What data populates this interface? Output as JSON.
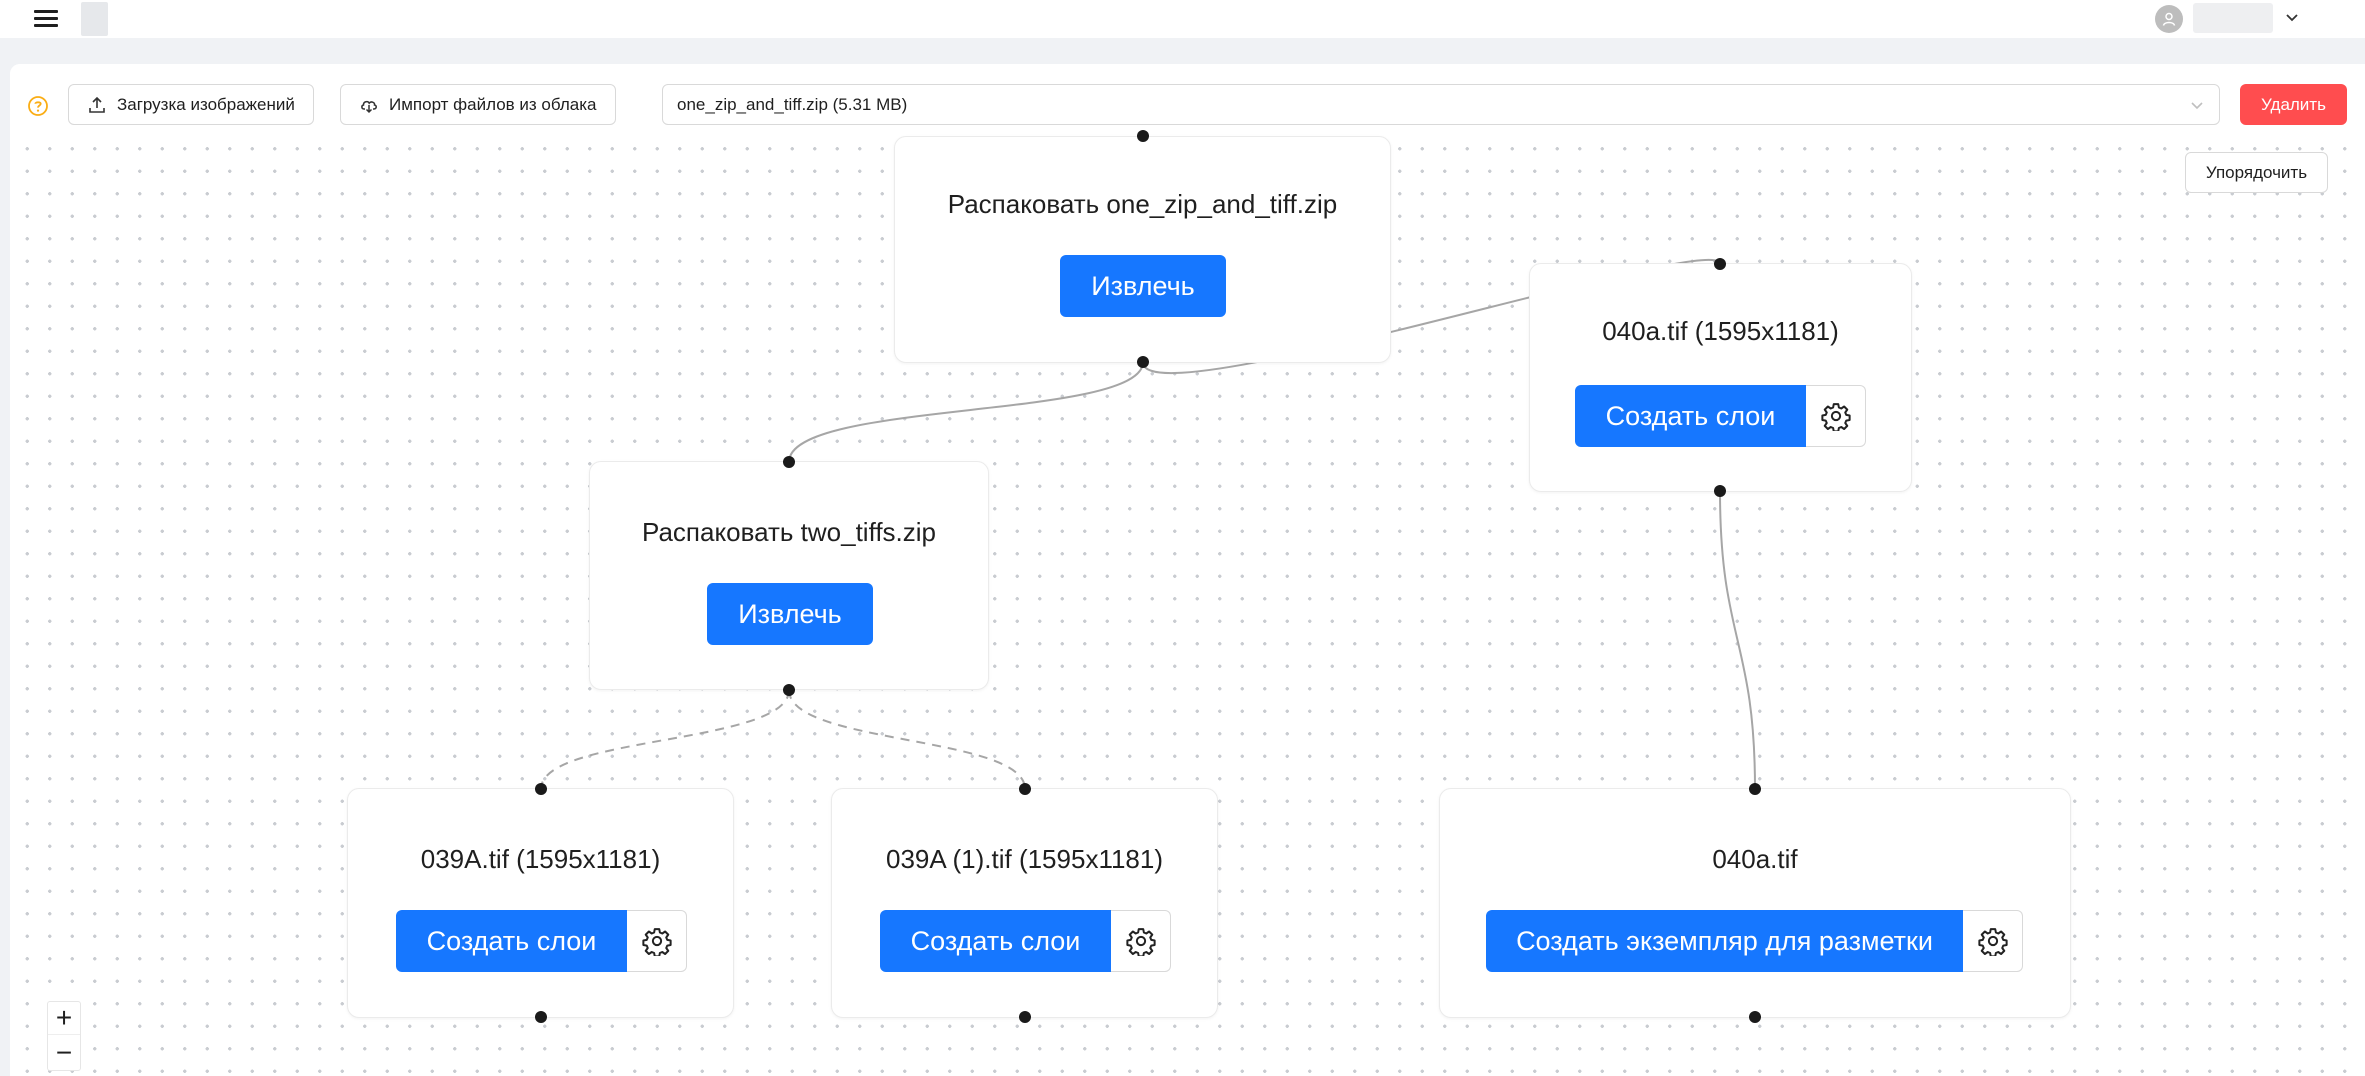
{
  "toolbar": {
    "upload_label": "Загрузка изображений",
    "import_label": "Импорт файлов из облака",
    "selected_file": "one_zip_and_tiff.zip (5.31 MB)",
    "delete_label": "Удалить",
    "arrange_label": "Упорядочить"
  },
  "nodes": {
    "unpack_main": {
      "title": "Распаковать one_zip_and_tiff.zip",
      "action": "Извлечь"
    },
    "tif_040a_layers": {
      "title": "040a.tif (1595x1181)",
      "action": "Создать слои"
    },
    "unpack_two_tiffs": {
      "title": "Распаковать two_tiffs.zip",
      "action": "Извлечь"
    },
    "tif_039a": {
      "title": "039A.tif (1595x1181)",
      "action": "Создать слои"
    },
    "tif_039a_1": {
      "title": "039A (1).tif (1595x1181)",
      "action": "Создать слои"
    },
    "tif_040a_markup": {
      "title": "040a.tif",
      "action": "Создать экземпляр для разметки"
    }
  },
  "zoom": {
    "in": "+",
    "out": "−"
  },
  "colors": {
    "primary": "#1677ff",
    "danger": "#ff4d4f",
    "help": "#faad14"
  },
  "icons": [
    "menu-icon",
    "user-icon",
    "chevron-down-icon",
    "help-icon",
    "upload-icon",
    "cloud-download-icon",
    "gear-icon"
  ]
}
